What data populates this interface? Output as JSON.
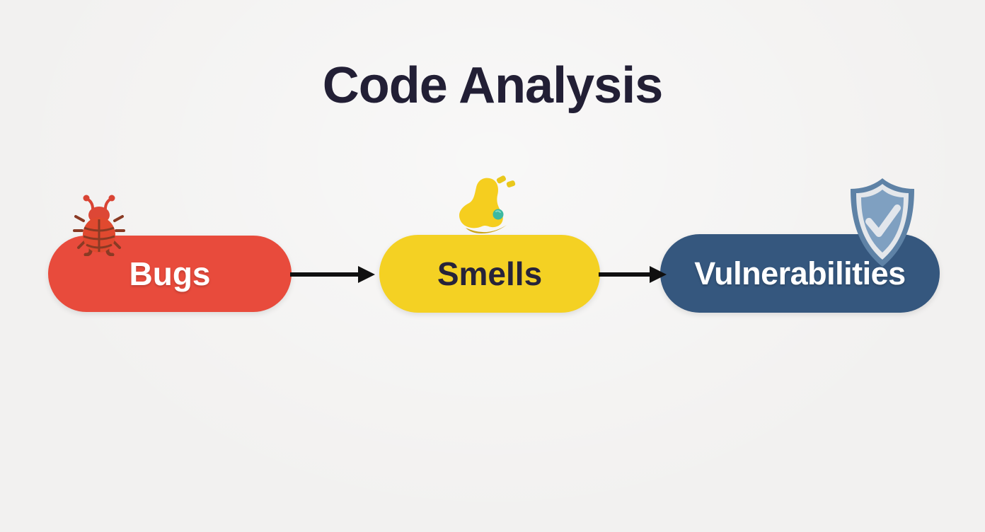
{
  "page": {
    "title": "Code Analysis",
    "background_color": "#f2f1f0",
    "title_color": "#221f35"
  },
  "diagram": {
    "arrow_color": "#101010",
    "nodes": [
      {
        "id": "bugs",
        "label": "Bugs",
        "color": "#e84b3c",
        "text_color": "#ffffff",
        "icon": "bug-icon"
      },
      {
        "id": "smells",
        "label": "Smells",
        "color": "#f4d123",
        "text_color": "#26233a",
        "icon": "nose-smell-icon"
      },
      {
        "id": "vulnerabilities",
        "label": "Vulnerabilities",
        "color": "#35577e",
        "text_color": "#ffffff",
        "icon": "shield-check-icon"
      }
    ],
    "connections": [
      {
        "from": "bugs",
        "to": "smells"
      },
      {
        "from": "smells",
        "to": "vulnerabilities"
      }
    ]
  }
}
